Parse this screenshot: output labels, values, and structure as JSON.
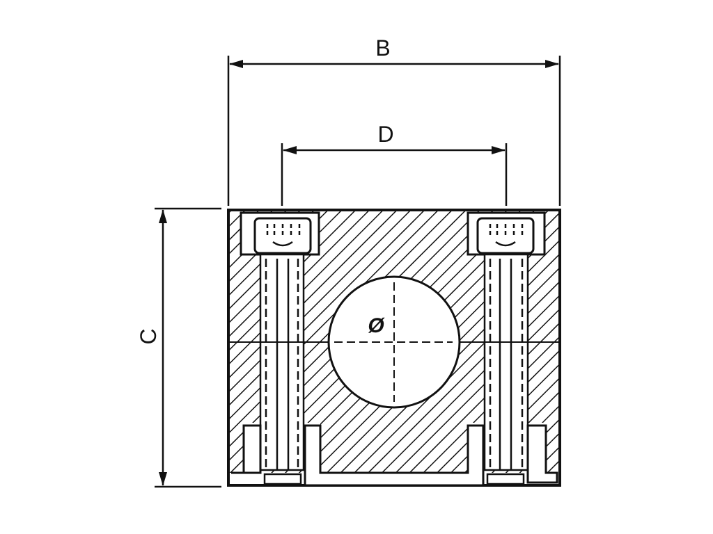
{
  "drawing": {
    "dimensions": {
      "overall_width_label": "B",
      "bolt_spacing_label": "D",
      "height_label": "C"
    },
    "bore_symbol": "Ø",
    "colors": {
      "line": "#111111",
      "background": "#ffffff"
    }
  }
}
